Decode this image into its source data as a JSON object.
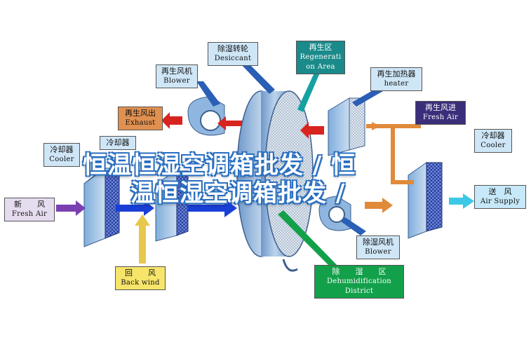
{
  "labels": {
    "desiccant": {
      "cn": "除湿转轮",
      "en": "Desiccant"
    },
    "regen_area": {
      "cn": "再生区",
      "en": "Regenerati on Area"
    },
    "regen_blower": {
      "cn": "再生风机",
      "en": "Blower"
    },
    "regen_heater": {
      "cn": "再生加热器",
      "en": "heater"
    },
    "regen_exhaust": {
      "cn": "再生风出",
      "en": "Exhaust"
    },
    "regen_fresh_air": {
      "cn": "再生风进",
      "en": "Fresh Air"
    },
    "cooler_left": {
      "cn": "冷却器",
      "en": "Cooler"
    },
    "cooler_mid_partial": {
      "cn": "冷却器"
    },
    "cooler_right": {
      "cn": "冷却器",
      "en": "Cooler"
    },
    "fresh_air_in": {
      "cn": "新　　风",
      "en": "Fresh Air"
    },
    "supply_air": {
      "cn": "送　风",
      "en": "Air Supply"
    },
    "back_wind": {
      "cn": "回　　风",
      "en": "Back wind"
    },
    "dehum_blower": {
      "cn": "除湿风机",
      "en": "Blower"
    },
    "dehum_district": {
      "cn": "除　　湿　　区",
      "en": "Dehumidification District"
    }
  },
  "watermark": {
    "line1": "恒温恒湿空调箱批发 / 恒",
    "line2": "温恒湿空调箱批发 /"
  },
  "colors": {
    "blue_air": "#1a3fd6",
    "red_air": "#d8241f",
    "orange_air": "#e08a3a",
    "yellow_air": "#e8c84a",
    "cyan_air": "#3cc8e6",
    "purple_air": "#7a3fb0",
    "wheel": "#8fb1d8"
  }
}
